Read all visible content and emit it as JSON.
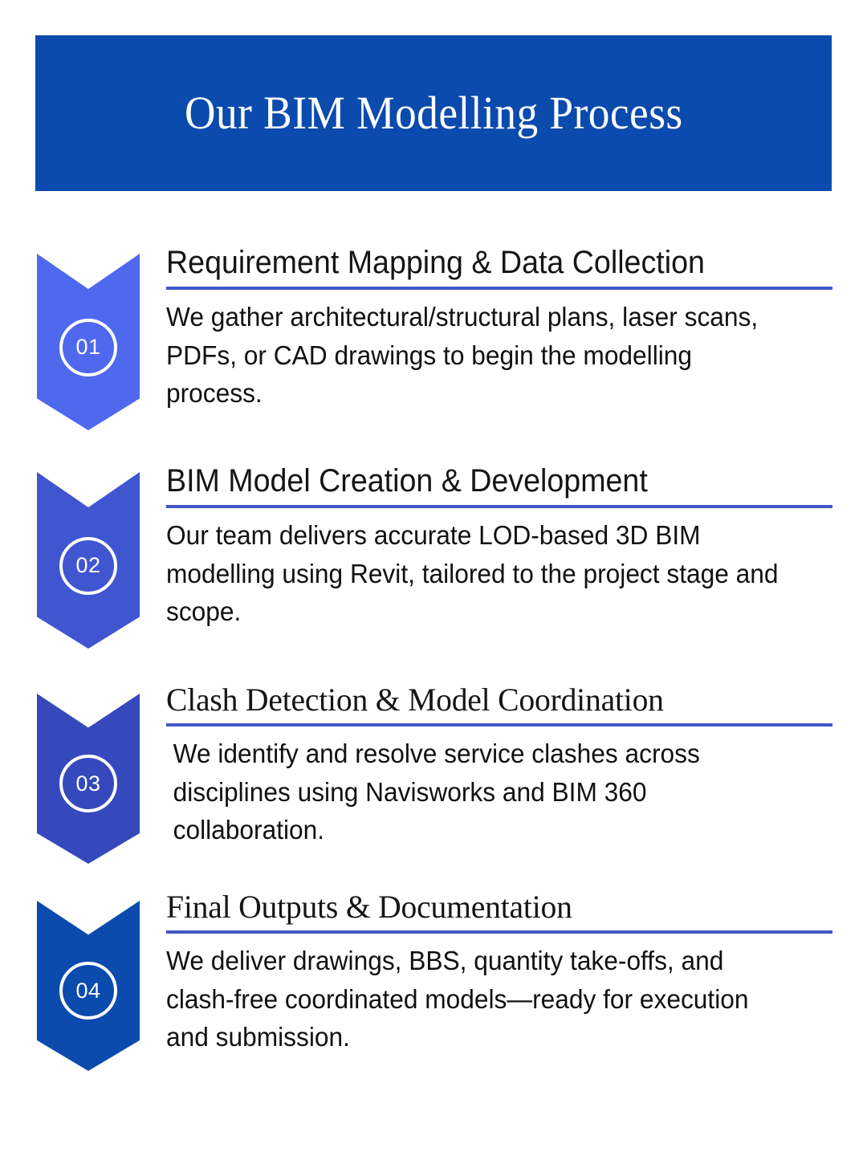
{
  "header": {
    "title": "Our BIM Modelling Process",
    "background_color": "#0a4bad",
    "text_color": "#ffffff"
  },
  "theme": {
    "page_background": "#ffffff",
    "divider_color": "#4058c8",
    "body_text_color": "#111111",
    "title_text_color": "#151515"
  },
  "steps": [
    {
      "number": "01",
      "title": "Requirement Mapping & Data Collection",
      "body": "We gather architectural/structural plans, laser scans, PDFs, or CAD drawings to begin the modelling process.",
      "marker_color": "#4e68ee",
      "title_font": "sans"
    },
    {
      "number": "02",
      "title": "BIM Model Creation & Development",
      "body": "Our team delivers accurate LOD-based 3D BIM modelling using Revit, tailored to the project stage and scope.",
      "marker_color": "#4055d0",
      "title_font": "sans"
    },
    {
      "number": "03",
      "title": "Clash Detection & Model Coordination",
      "body": "We identify and resolve service clashes across disciplines using Navisworks and BIM 360 collaboration.",
      "marker_color": "#3549bd",
      "title_font": "serif"
    },
    {
      "number": "04",
      "title": "Final Outputs & Documentation",
      "body": "We deliver drawings, BBS, quantity take-offs, and clash-free coordinated models—ready for execution and submission.",
      "marker_color": "#0a4bad",
      "title_font": "serif"
    }
  ]
}
